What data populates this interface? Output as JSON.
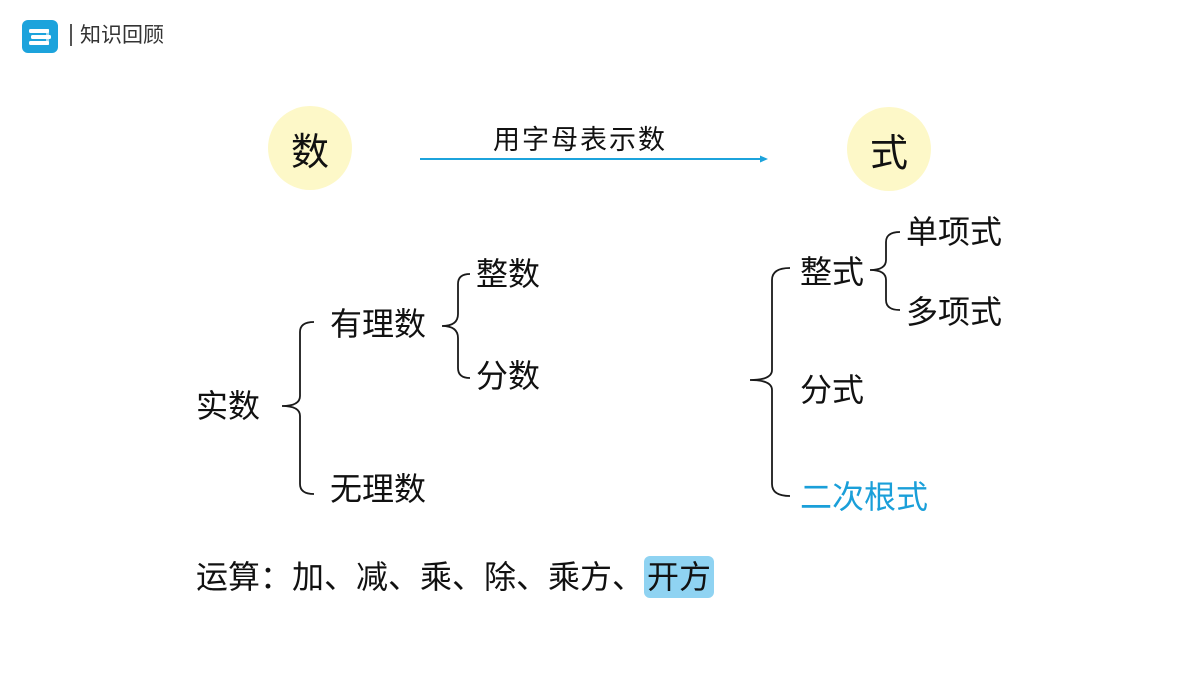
{
  "header": {
    "title": "知识回顾",
    "logo_icon": "book-stack-icon"
  },
  "top": {
    "left_circle": "数",
    "right_circle": "式",
    "arrow_label": "用字母表示数"
  },
  "real_numbers": {
    "root": "实数",
    "rational": "有理数",
    "integer": "整数",
    "fraction": "分数",
    "irrational": "无理数"
  },
  "expressions": {
    "polynomial": "整式",
    "monomial": "单项式",
    "multinomial": "多项式",
    "fractional": "分式",
    "radical": "二次根式"
  },
  "operations": {
    "prefix": "运算：加、减、乘、除、乘方、",
    "highlight": "开方"
  },
  "colors": {
    "accent_blue": "#1a9fd9",
    "circle_fill": "#fdf8c8",
    "highlight_fill": "#8fd3f2",
    "line_color": "#1a1a1a",
    "arrow_color": "#1ca3dc"
  }
}
